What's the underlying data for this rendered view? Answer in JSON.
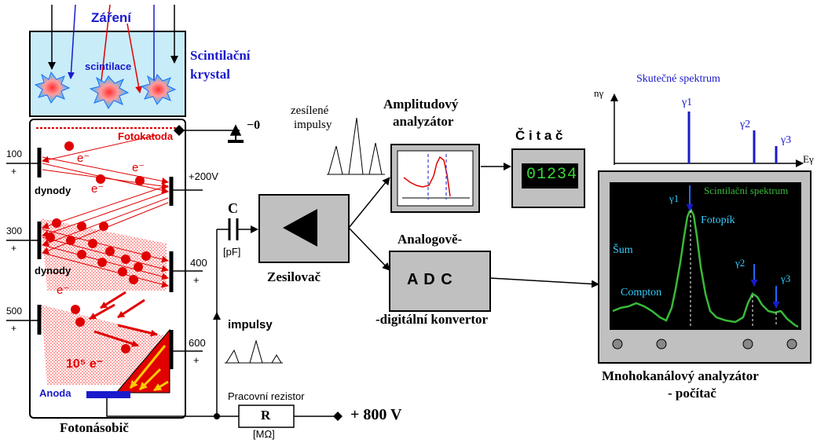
{
  "colors": {
    "blue": "#1a1acc",
    "red": "#e00000",
    "green": "#39b939",
    "cyan": "#33ccff",
    "grey": "#b8b8b8"
  },
  "labels": {
    "zareni": "Záření",
    "scintilace": "scintilace",
    "krystal_line1": "Scintilační",
    "krystal_line2": "krystal",
    "fotokatoda": "Fotokatoda",
    "minus_zero": "−0",
    "e1": "e⁻",
    "e2": "e⁻",
    "e3": "e⁻",
    "e4": "e⁻",
    "dynody1": "dynody",
    "dynody2": "dynody",
    "v100": "100",
    "v200": "+200V",
    "v300": "300",
    "v400": "400",
    "v500": "500",
    "v600": "600",
    "plus": "+",
    "electron_count": "10⁵ e⁻",
    "anoda": "Anoda",
    "fotonasobic": "Fotonásobič",
    "capacitor": "C",
    "capacitor_unit": "[pF]",
    "zesilovac": "Zesilovač",
    "impulsy": "impulsy",
    "zesilene_line1": "zesílené",
    "zesilene_line2": "impulsy",
    "amp_line1": "Amplitudový",
    "amp_line2": "analyzátor",
    "citac": "Č i t a č",
    "counter_digits": "01234",
    "analog_line1": "Analogově-",
    "adc": "A D C",
    "analog_line2": "-digitální konvertor",
    "pracovni_rezistor": "Pracovní rezistor",
    "resistor": "R",
    "resistor_unit": "[MΩ]",
    "plus800": "+ 800 V",
    "mca_line1": "Mnohokanálový analyzátor",
    "mca_line2": "- počítač",
    "skutecne": "Skutečné spektrum",
    "n_gamma": "nγ",
    "e_gamma": "Eγ",
    "g1": "γ1",
    "g2": "γ2",
    "g3": "γ3",
    "scint_spektrum": "Scintilační spektrum",
    "fotopik": "Fotopík",
    "sum": "Šum",
    "compton": "Compton",
    "sg1": "γ1",
    "sg2": "γ2",
    "sg3": "γ3"
  }
}
